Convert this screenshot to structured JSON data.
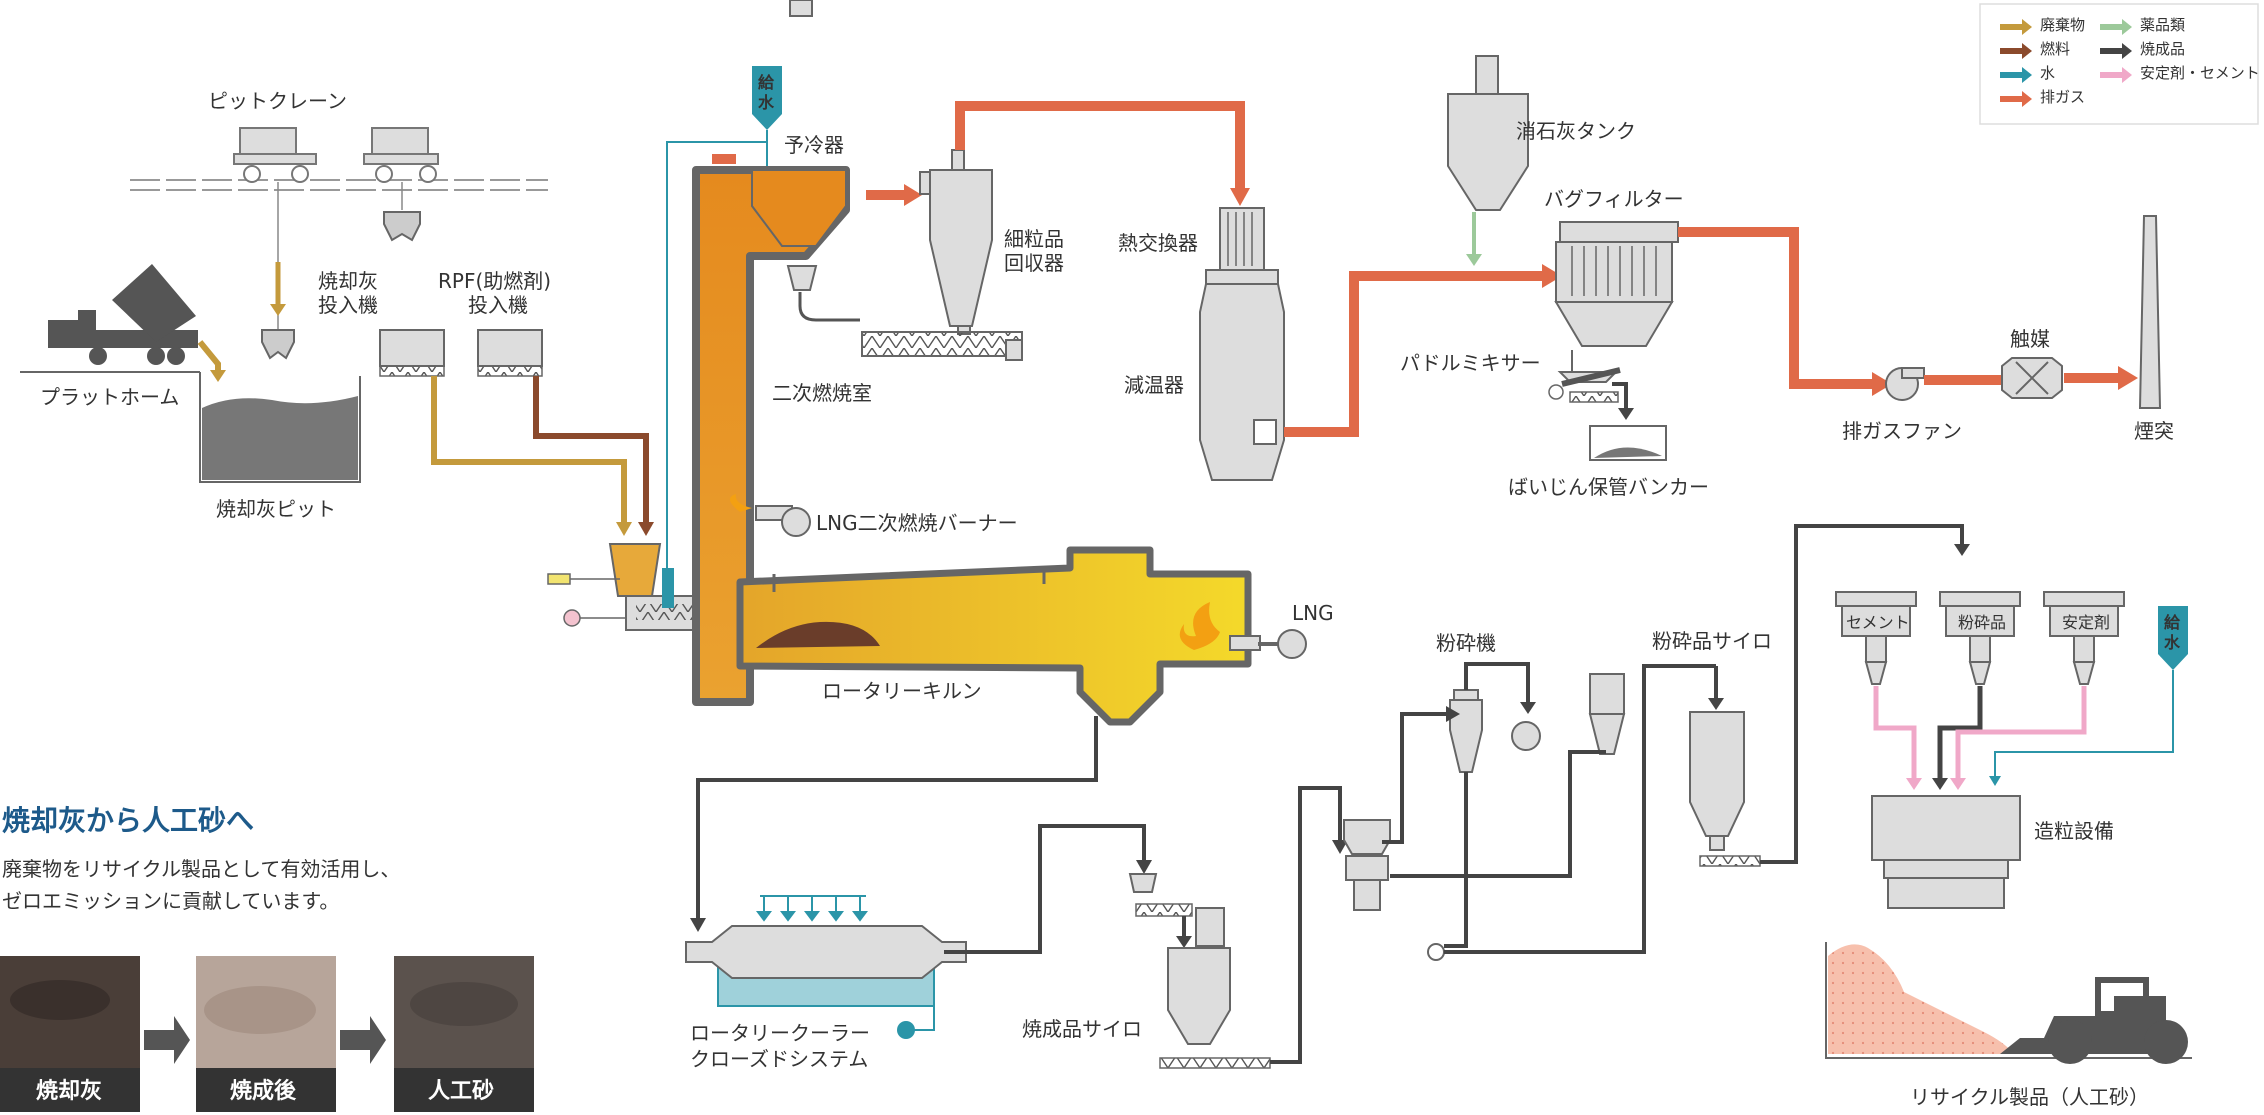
{
  "legend": [
    {
      "label": "廃棄物",
      "color": "#c49a3c"
    },
    {
      "label": "薬品類",
      "color": "#9cc99a"
    },
    {
      "label": "燃料",
      "color": "#8b4a2c"
    },
    {
      "label": "焼成品",
      "color": "#444444"
    },
    {
      "label": "水",
      "color": "#2b95a8"
    },
    {
      "label": "安定剤・セメント",
      "color": "#f0a8c8"
    },
    {
      "label": "排ガス",
      "color": "#e06a48"
    }
  ],
  "labels": {
    "pit_crane": "ピットクレーン",
    "platform": "プラットホーム",
    "ash_feeder": "焼却灰\n投入機",
    "rpf_feeder": "RPF(助燃剤)\n投入機",
    "ash_pit": "焼却灰ピット",
    "water_supply": "給水",
    "precooler": "予冷器",
    "fine_collector": "細粒品\n回収器",
    "secondary_chamber": "二次燃焼室",
    "lng_burner": "LNG二次燃焼バーナー",
    "rotary_kiln": "ロータリーキルン",
    "lng": "LNG",
    "heat_exchanger": "熱交換器",
    "cooler_tower": "減温器",
    "slaked_lime_tank": "消石灰タンク",
    "bag_filter": "バグフィルター",
    "paddle_mixer": "パドルミキサー",
    "dust_bunker": "ばいじん保管バンカー",
    "exhaust_fan": "排ガスファン",
    "catalyst": "触媒",
    "chimney": "煙突",
    "crusher": "粉砕機",
    "crushed_silo": "粉砕品サイロ",
    "cement": "セメント",
    "crushed_product": "粉砕品",
    "stabilizer": "安定剤",
    "water_supply2": "給水",
    "granulator": "造粒設備",
    "rotary_cooler": "ロータリークーラー\nクローズドシステム",
    "fired_silo": "焼成品サイロ",
    "recycled": "リサイクル製品（人工砂）"
  },
  "intro": {
    "title": "焼却灰から人工砂へ",
    "line1": "廃棄物をリサイクル製品として有効活用し、",
    "line2": "ゼロエミッションに貢献しています。"
  },
  "photos": [
    {
      "caption": "焼却灰"
    },
    {
      "caption": "焼成後"
    },
    {
      "caption": "人工砂"
    }
  ]
}
